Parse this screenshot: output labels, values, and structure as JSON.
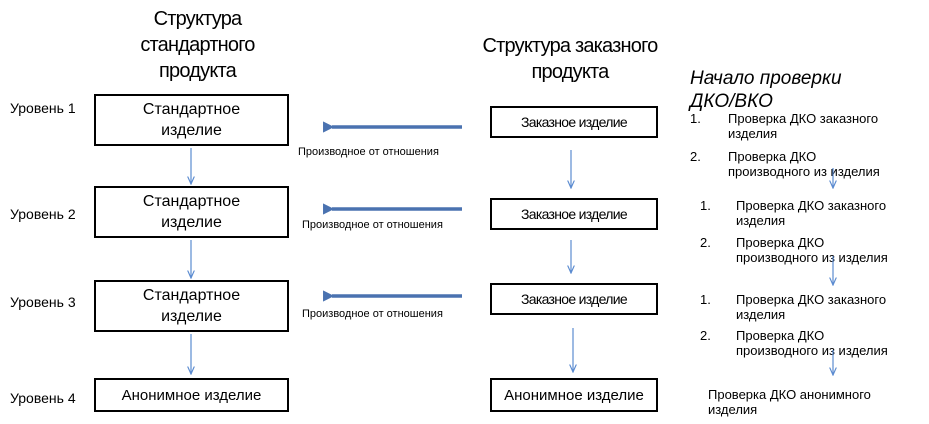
{
  "headings": {
    "standard": "Структура\nстандартного\nпродукта",
    "custom": "Структура заказного\nпродукта"
  },
  "levels": [
    "Уровень 1",
    "Уровень 2",
    "Уровень 3",
    "Уровень 4"
  ],
  "standard_boxes": [
    "Стандартное\nизделие",
    "Стандартное\nизделие",
    "Стандартное\nизделие",
    "Анонимное изделие"
  ],
  "custom_boxes": [
    "Заказное изделие",
    "Заказное изделие",
    "Заказное изделие",
    "Анонимное изделие"
  ],
  "relation_label": "Производное от отношения",
  "right_panel": {
    "title": "Начало проверки\nДКО/ВКО",
    "groups": [
      [
        {
          "num": "1.",
          "text": "Проверка ДКО заказного\nизделия"
        },
        {
          "num": "2.",
          "text": "Проверка ДКО\nпроизводного из изделия"
        }
      ],
      [
        {
          "num": "1.",
          "text": "Проверка ДКО заказного\nизделия"
        },
        {
          "num": "2.",
          "text": "Проверка ДКО\nпроизводного из изделия"
        }
      ],
      [
        {
          "num": "1.",
          "text": "Проверка ДКО заказного\nизделия"
        },
        {
          "num": "2.",
          "text": "Проверка ДКО\nпроизводного из изделия"
        }
      ]
    ],
    "final": "Проверка ДКО анонимного\nизделия"
  },
  "colors": {
    "arrow_thick": "#4a72b0",
    "arrow_thin": "#5b8bd0",
    "box_border": "#000000"
  }
}
